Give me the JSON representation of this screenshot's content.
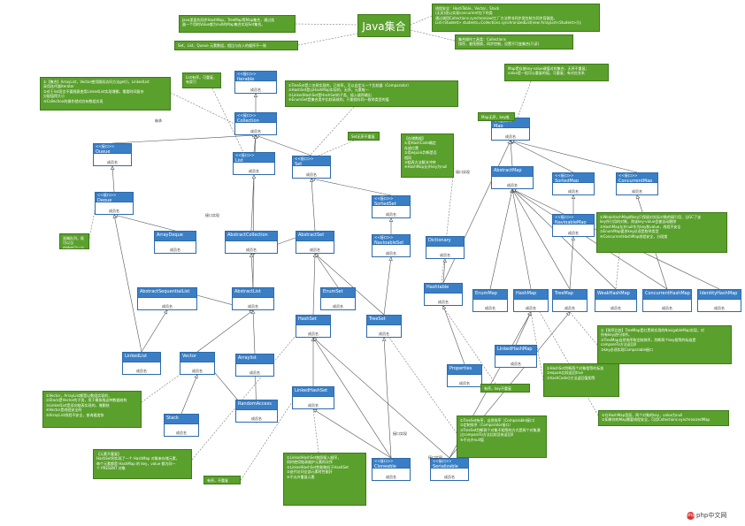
{
  "title": "Java集合",
  "labels": {
    "inherit1": "继承",
    "impl1": "接口实现",
    "impl2": "接口实现",
    "impl3": "接口实现",
    "impl4": "接口实现"
  },
  "classes": [
    {
      "id": "iterable",
      "stereo": "<<接口>>",
      "name": "Iterable",
      "attr": "成员名"
    },
    {
      "id": "collection",
      "stereo": "<<接口>>",
      "name": "Collection",
      "attr": "成员名"
    },
    {
      "id": "list",
      "stereo": "<<接口>>",
      "name": "List",
      "attr": "成员名"
    },
    {
      "id": "queue",
      "stereo": "<<接口>>",
      "name": "Queue",
      "attr": "成员名"
    },
    {
      "id": "deque",
      "stereo": "<<接口>>",
      "name": "Deque",
      "attr": "成员名"
    },
    {
      "id": "set",
      "stereo": "<<接口>>",
      "name": "Set",
      "attr": "成员名"
    },
    {
      "id": "sortedset",
      "stereo": "<<接口>>",
      "name": "SortedSet",
      "attr": "成员名"
    },
    {
      "id": "navigableset",
      "stereo": "<<接口>>",
      "name": "NavigableSet",
      "attr": "成员名"
    },
    {
      "id": "map",
      "stereo": "<<接口>>",
      "name": "Map",
      "attr": "成员名"
    },
    {
      "id": "sortedmap",
      "stereo": "<<接口>>",
      "name": "SortedMap",
      "attr": "成员名"
    },
    {
      "id": "concurrentmap",
      "stereo": "<<接口>>",
      "name": "ConcurrentMap",
      "attr": "成员名"
    },
    {
      "id": "navigablemap",
      "stereo": "<<接口>>",
      "name": "NavigableMap",
      "attr": "成员名"
    },
    {
      "id": "abstractmap",
      "stereo": "",
      "name": "AbstractMap",
      "attr": "成员名"
    },
    {
      "id": "arraydeque",
      "stereo": "",
      "name": "ArrayDeque",
      "attr": "成员名"
    },
    {
      "id": "abstractcollection",
      "stereo": "",
      "name": "AbstractCollection",
      "attr": "成员名"
    },
    {
      "id": "abstractset",
      "stereo": "",
      "name": "AbstractSet",
      "attr": "成员名"
    },
    {
      "id": "abstractsequentiallist",
      "stereo": "",
      "name": "AbstractSequentialList",
      "attr": "成员名"
    },
    {
      "id": "abstractlist",
      "stereo": "",
      "name": "AbstractList",
      "attr": "成员名"
    },
    {
      "id": "enumset",
      "stereo": "",
      "name": "EnumSet",
      "attr": "成员名"
    },
    {
      "id": "hashset",
      "stereo": "",
      "name": "HashSet",
      "attr": "成员名"
    },
    {
      "id": "treeset",
      "stereo": "",
      "name": "TreeSet",
      "attr": "成员名"
    },
    {
      "id": "linkedhashset",
      "stereo": "",
      "name": "LinkedHashSet",
      "attr": "成员名"
    },
    {
      "id": "linkedlist",
      "stereo": "",
      "name": "LinkedList",
      "attr": "成员名"
    },
    {
      "id": "vector",
      "stereo": "",
      "name": "Vector",
      "attr": "成员名"
    },
    {
      "id": "arraylist",
      "stereo": "",
      "name": "Arraylist",
      "attr": "成员名"
    },
    {
      "id": "stack",
      "stereo": "",
      "name": "Stack",
      "attr": "成员名"
    },
    {
      "id": "randomaccess",
      "stereo": "",
      "name": "RandomAccess",
      "attr": "成员名"
    },
    {
      "id": "dictionary",
      "stereo": "",
      "name": "Dictionary",
      "attr": "成员名"
    },
    {
      "id": "hashtable",
      "stereo": "",
      "name": "Hashtable",
      "attr": "成员名"
    },
    {
      "id": "properties",
      "stereo": "",
      "name": "Properties",
      "attr": "成员名"
    },
    {
      "id": "enummap",
      "stereo": "",
      "name": "EnumMap",
      "attr": "成员名"
    },
    {
      "id": "hashmap",
      "stereo": "",
      "name": "HashMap",
      "attr": "成员名"
    },
    {
      "id": "treemap",
      "stereo": "",
      "name": "TreeMap",
      "attr": "成员名"
    },
    {
      "id": "weakhashmap",
      "stereo": "",
      "name": "WeakHashMap",
      "attr": "成员名"
    },
    {
      "id": "concurrenthashmap",
      "stereo": "",
      "name": "ConcurrentHashMap",
      "attr": "成员名"
    },
    {
      "id": "identityhashmap",
      "stereo": "",
      "name": "IdentityHashMap",
      "attr": "成员名"
    },
    {
      "id": "linkedhashmap",
      "stereo": "",
      "name": "LinkedHashMap",
      "attr": "成员名"
    },
    {
      "id": "cloneable",
      "stereo": "<<接口>>",
      "name": "Cloneable",
      "attr": "成员名"
    },
    {
      "id": "serializable",
      "stereo": "<<接口>>",
      "name": "Serializable",
      "attr": "成员名"
    }
  ],
  "notes": [
    {
      "id": "java-overview",
      "text": "Java里面先同步HashMap，TreeMap等Map集合，通过迭\n器一个用的Value都为null的Map集合实现Set集合。"
    },
    {
      "id": "set-list-queue",
      "text": "Set、List、Queue 元素数组，相比与存入的顺序不一致"
    },
    {
      "id": "thread-safe",
      "text": "线程安全：HashTable，Vector，Stack\n(无关)逐以实现concurrent包下的类\n通过调用Collections.synchronized工厂方法将非同步类包装为同步容器类，\nList<Student> students=Collections.synchronizedList(new ArrayList<Student>());"
    },
    {
      "id": "collections-util",
      "text": "集合操作工具类：Collections\n排序，查找替换，同步控制，设置不可变集合(只读)"
    },
    {
      "id": "iterator-note",
      "text": "①【集合】ArrayList，Vector使用随机访问方法get()，LinkedList\n采用迭代器iterator\n②对于list而言不要随意使用LinkedList实现增删，需要时间复杂\n分配值得大小\n③Collection的操作就对应有数组实现"
    },
    {
      "id": "list-ordered",
      "text": "List有序，可重复，\n有索引"
    },
    {
      "id": "set-detail",
      "text": "①TreeSet是二叉树实现的，已排序。可以自定义一个比较器（Comparator）\n②HashSet是以HashMap实现的，无序，元素唯一\n③LinkedHashSet是HashSet的子类，插入顺序输出\n④EnumSet是集合类中比较高效的，只能保存同一枚举类型的值"
    },
    {
      "id": "set-unordered",
      "text": "Set无序不重复"
    },
    {
      "id": "map-key",
      "text": "Map无序，key唯一"
    },
    {
      "id": "map-storage",
      "text": "Map是存放key-value键值对的集合，无序不重复；\nvalue是一组可以重复的值，可重复；有对应关系"
    },
    {
      "id": "hash-storage",
      "text": "【存储数据】\n①用HashCode确定\n存放位置\n②用equals判断是否\n相同\n③链表方法解决冲突\n④HashMap允许key为null"
    },
    {
      "id": "weakhashmap-note",
      "text": "①WeakHashMap的key只保留对实际对象的弱引用，当GC了该\nkey所引用的对象，则该key-value会被自动删除\n②HashMap允许null作为key和value，线程不安全\n③EnumMap要求key必须是枚举类型\n④ConcurrentHashMap线程安全，分段锁"
    },
    {
      "id": "queue-note",
      "text": "双端队列，既可以当\n作栈也可以当作队列使用"
    },
    {
      "id": "treemap-note",
      "text": "①【排序比较】TreeMap是红黑树实现的NavigableMap实现，对\n所有key进行排序。\n②TreeMap自然排序和定制排序，判断两个key相等的标准是\ncompareTo方法返回0\n③key必须实现Comparable接口"
    },
    {
      "id": "hashtable-note",
      "text": "有序，key不重复"
    },
    {
      "id": "vector-note",
      "text": "①Vector，ArrayList都是以数组实现的，\n②Stack是Vector的子类，用于模拟栈这种数据结构\n③LinkedList是双向链表实现的，增删快\n④Vector是线程安全的\n⑤ArrayList线程不安全，查询速度快"
    },
    {
      "id": "hashcode-note",
      "text": "①HashSet判断两个对象相等的标准\n②equals比较返回true\n③hashCode()方法返回值相等"
    },
    {
      "id": "hashmap-null",
      "text": "①在HashMap里面，两个对象的key，value为null\n②如果你的Map需要线程安全，可用Collections.synchronizedMap"
    },
    {
      "id": "hashset-impl",
      "text": "【元素不重复】\nHashSet则实现了一个 HashMap 对象来存储元素，\n每个元素都是 HashMap 的 key，value 都为同一\n个 PRESENT 对象"
    },
    {
      "id": "linkedhashset-note",
      "text": "①LinkedHashSet按照插入顺序，\n同时使用链表维护元素的次序\n②LinkedHashSet性能略低于HashSet\n③迭代访问全部元素时性能好\n④不允许重复元素"
    },
    {
      "id": "treeset-note",
      "text": "①TreeSet有序，自然排序（Comparable接口）\n②定制排序（Comparator接口）\n③TreeSet判断两个对象不相等的方式是两个对象通过compareTo方法比较没有返回0\n④不允许null值"
    },
    {
      "id": "ordered-repeat",
      "text": "有序，不重复"
    }
  ],
  "watermark": {
    "text": "php中文网",
    "logo": "php"
  }
}
